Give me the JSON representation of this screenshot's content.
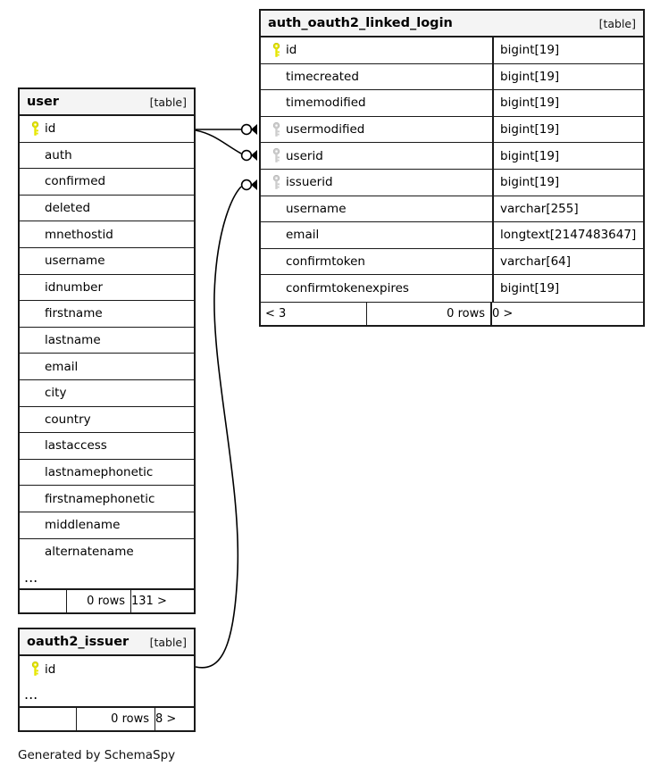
{
  "caption": "Generated by SchemaSpy",
  "icons": {
    "primary_key": "key-icon-primary",
    "foreign_key": "key-icon-foreign",
    "primary_key_color": "#e6e600",
    "foreign_key_color": "#cccccc"
  },
  "tables": [
    {
      "id": "auth_oauth2_linked_login",
      "name": "auth_oauth2_linked_login",
      "tag": "[table]",
      "columns": [
        {
          "name": "id",
          "type": "bigint[19]",
          "key": "primary"
        },
        {
          "name": "timecreated",
          "type": "bigint[19]",
          "key": "none"
        },
        {
          "name": "timemodified",
          "type": "bigint[19]",
          "key": "none"
        },
        {
          "name": "usermodified",
          "type": "bigint[19]",
          "key": "foreign"
        },
        {
          "name": "userid",
          "type": "bigint[19]",
          "key": "foreign"
        },
        {
          "name": "issuerid",
          "type": "bigint[19]",
          "key": "foreign"
        },
        {
          "name": "username",
          "type": "varchar[255]",
          "key": "none"
        },
        {
          "name": "email",
          "type": "longtext[2147483647]",
          "key": "none"
        },
        {
          "name": "confirmtoken",
          "type": "varchar[64]",
          "key": "none"
        },
        {
          "name": "confirmtokenexpires",
          "type": "bigint[19]",
          "key": "none"
        }
      ],
      "footer": {
        "left": "< 3",
        "middle": "0 rows",
        "right": "0 >"
      }
    },
    {
      "id": "user",
      "name": "user",
      "tag": "[table]",
      "columns": [
        {
          "name": "id",
          "type": "",
          "key": "primary"
        },
        {
          "name": "auth",
          "type": "",
          "key": "none"
        },
        {
          "name": "confirmed",
          "type": "",
          "key": "none"
        },
        {
          "name": "deleted",
          "type": "",
          "key": "none"
        },
        {
          "name": "mnethostid",
          "type": "",
          "key": "none"
        },
        {
          "name": "username",
          "type": "",
          "key": "none"
        },
        {
          "name": "idnumber",
          "type": "",
          "key": "none"
        },
        {
          "name": "firstname",
          "type": "",
          "key": "none"
        },
        {
          "name": "lastname",
          "type": "",
          "key": "none"
        },
        {
          "name": "email",
          "type": "",
          "key": "none"
        },
        {
          "name": "city",
          "type": "",
          "key": "none"
        },
        {
          "name": "country",
          "type": "",
          "key": "none"
        },
        {
          "name": "lastaccess",
          "type": "",
          "key": "none"
        },
        {
          "name": "lastnamephonetic",
          "type": "",
          "key": "none"
        },
        {
          "name": "firstnamephonetic",
          "type": "",
          "key": "none"
        },
        {
          "name": "middlename",
          "type": "",
          "key": "none"
        },
        {
          "name": "alternatename",
          "type": "",
          "key": "none"
        }
      ],
      "ellipsis": "...",
      "footer": {
        "left": "",
        "middle": "0 rows",
        "right": "131 >"
      }
    },
    {
      "id": "oauth2_issuer",
      "name": "oauth2_issuer",
      "tag": "[table]",
      "columns": [
        {
          "name": "id",
          "type": "",
          "key": "primary"
        }
      ],
      "ellipsis": "...",
      "footer": {
        "left": "",
        "middle": "0 rows",
        "right": "8 >"
      }
    }
  ],
  "relationships": [
    {
      "from": "user.id",
      "to": "auth_oauth2_linked_login.usermodified"
    },
    {
      "from": "user.id",
      "to": "auth_oauth2_linked_login.userid"
    },
    {
      "from": "oauth2_issuer.id",
      "to": "auth_oauth2_linked_login.issuerid"
    }
  ]
}
